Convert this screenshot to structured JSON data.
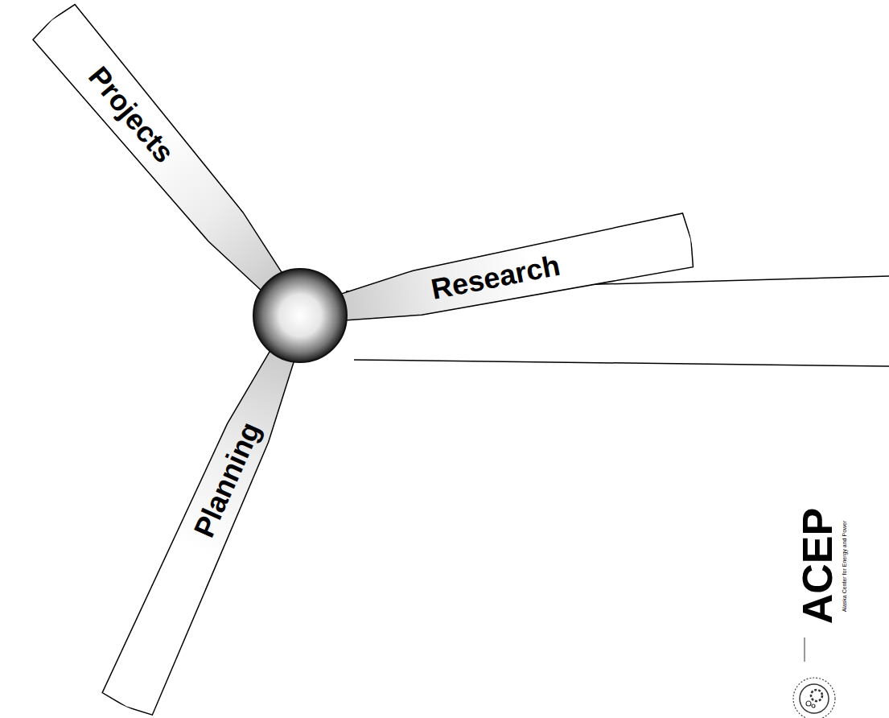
{
  "diagram": {
    "nodes": [
      {
        "text": [
          "Projects"
        ]
      },
      {
        "text": [
          "Research"
        ]
      },
      {
        "text": [
          "Planning"
        ]
      }
    ],
    "labels": [
      "ACEP",
      "Alaska Center for Energy and Power"
    ]
  }
}
